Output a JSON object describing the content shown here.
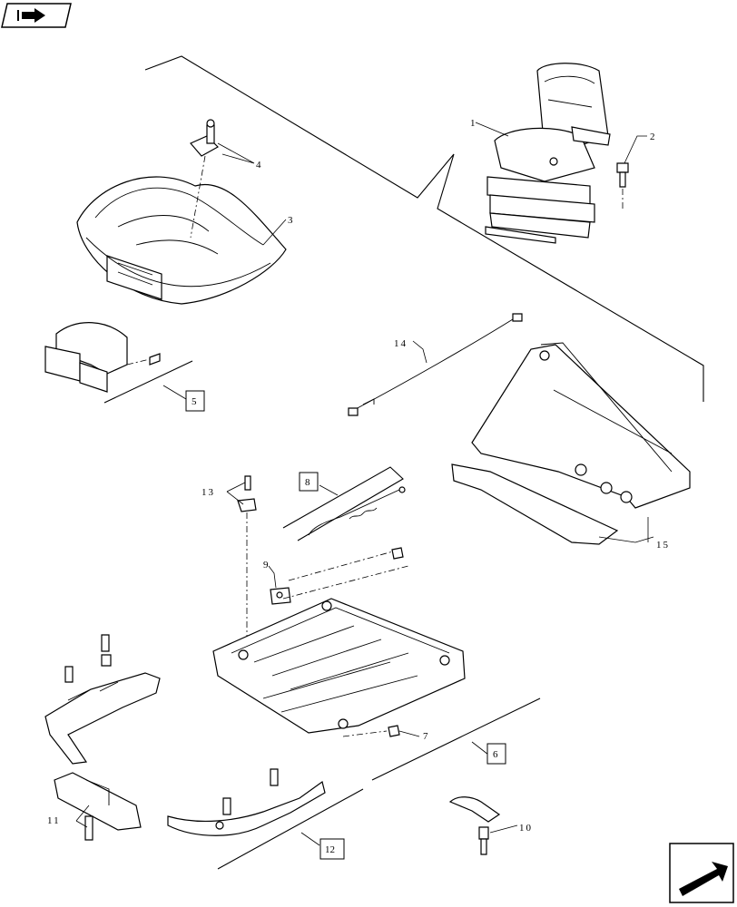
{
  "callouts": {
    "c1": "1",
    "c2": "2",
    "c3": "3",
    "c4": "4",
    "c5": "5",
    "c6": "6",
    "c7": "7",
    "c8": "8",
    "c9": "9",
    "c10": "10",
    "c11": "11",
    "c12": "12",
    "c13": "13",
    "c14": "14",
    "c15": "15"
  },
  "boxed_callouts": [
    "5",
    "6",
    "8",
    "12"
  ],
  "icons": {
    "top_left": "book-arrow-icon",
    "bottom_right": "next-page-arrow-icon"
  },
  "colors": {
    "ink": "#000000",
    "paper": "#ffffff"
  }
}
